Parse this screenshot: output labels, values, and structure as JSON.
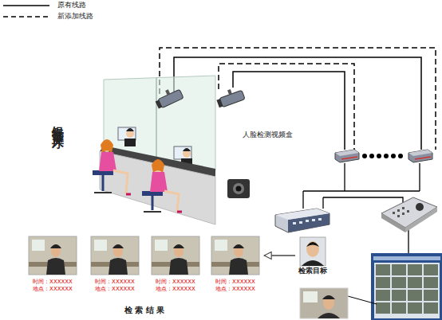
{
  "diagram": {
    "nodes": [
      {
        "text": [
          "时间：XXXXXX",
          "地点：XXXXXX"
        ]
      },
      {
        "text": [
          "时间：XXXXXX",
          "地点：XXXXXX"
        ]
      },
      {
        "text": [
          "时间：XXXXXX",
          "地点：XXXXXX"
        ]
      },
      {
        "text": [
          "时间：XXXXXX",
          "地点：XXXXXX"
        ]
      },
      {
        "text": [
          "检索目标"
        ]
      }
    ],
    "edges": [
      {
        "from": 4,
        "to": 3,
        "arrow": "to"
      }
    ],
    "labels": [
      "银行营业大厅",
      "人脸检测视频盒",
      "检 索 结 果"
    ],
    "legend": [
      {
        "text": "原有线路"
      },
      {
        "text": "新添加线路"
      }
    ]
  }
}
